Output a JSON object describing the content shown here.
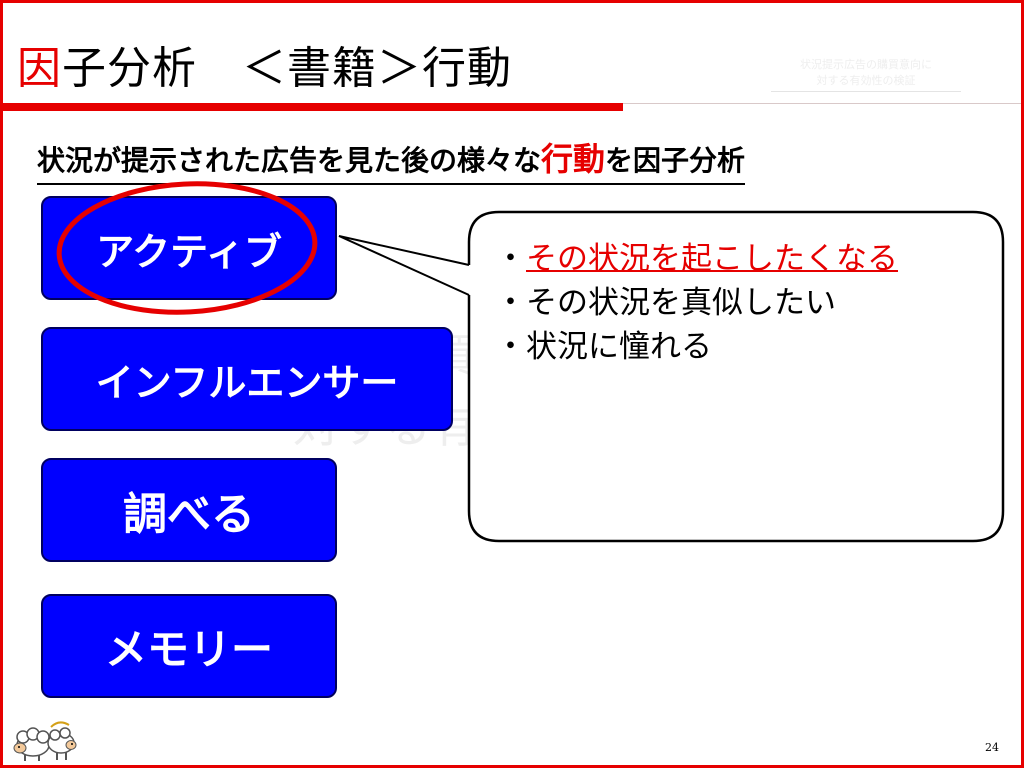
{
  "slide": {
    "title_accent": "因",
    "title_rest": "子分析　＜書籍＞行動",
    "header_faint": {
      "line1": "状況提示広告の購買意向に",
      "line2": "対する有効性の検証"
    },
    "subtitle": {
      "before": "状況が提示された広告を見た後の様々な",
      "accent": "行動",
      "after": "を因子分析"
    },
    "buttons": [
      {
        "label": "アクティブ"
      },
      {
        "label": "インフルエンサー"
      },
      {
        "label": "調べる"
      },
      {
        "label": "メモリー"
      }
    ],
    "callout": {
      "bullet": "・",
      "item1": "その状況を起こしたくなる",
      "item2": "・その状況を真似したい",
      "item3": "・状況に憧れる"
    },
    "watermark": {
      "line1": "告の購買意向に",
      "line2": "対する有効性の検証"
    },
    "page_number": "24",
    "colors": {
      "accent_red": "#e60000",
      "button_blue": "#0000ff"
    }
  }
}
